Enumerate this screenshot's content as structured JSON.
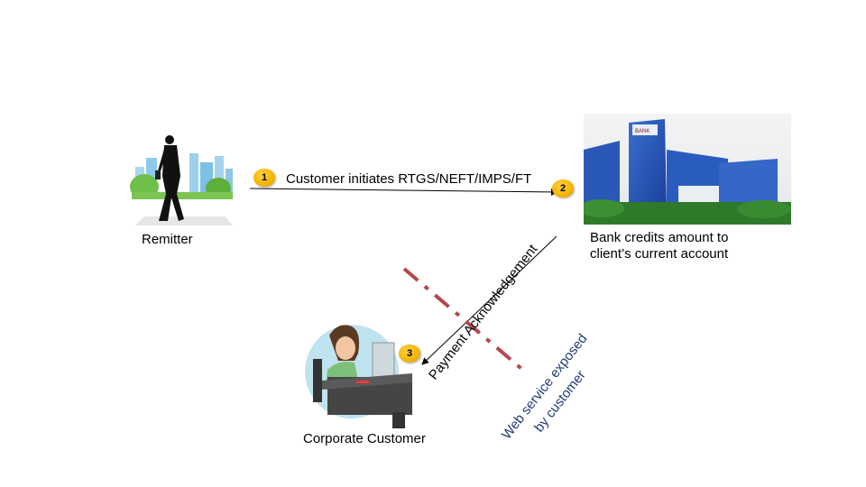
{
  "flow": {
    "step1": {
      "number": "1",
      "text": "Customer initiates RTGS/NEFT/IMPS/FT"
    },
    "step2": {
      "number": "2"
    },
    "step3": {
      "number": "3",
      "text": "Payment Acknowledgement"
    }
  },
  "nodes": {
    "remitter": "Remitter",
    "bank_line1": "Bank credits amount to",
    "bank_line2": "client’s current account",
    "customer": "Corporate Customer"
  },
  "web_service": {
    "line1": "Web service exposed",
    "line2": "by customer",
    "color": "#1f3a78",
    "line_color": "#b5474b"
  }
}
